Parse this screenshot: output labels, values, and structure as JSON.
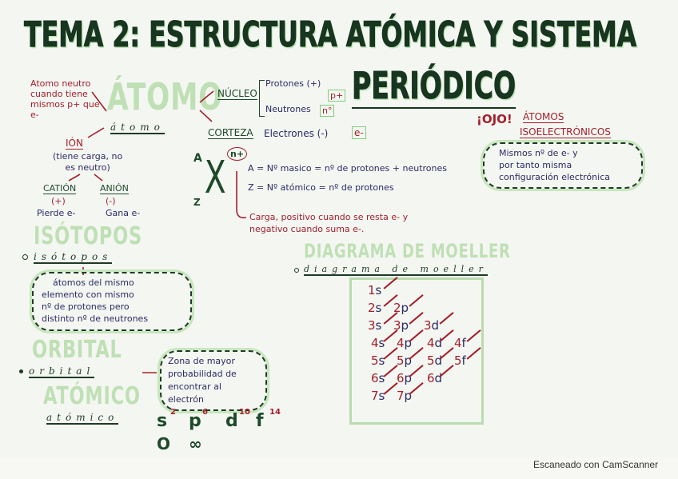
{
  "title": {
    "line1": "TEMA 2: ESTRUCTURA ATÓMICA Y SISTEMA",
    "line2": "PERIÓDICO"
  },
  "atomo": {
    "heading_bg": "ÁTOMO",
    "heading": "átomo",
    "neutral_note": [
      "Atomo neutro",
      "cuando tiene",
      "mismos p+ que",
      "e-"
    ],
    "ion": {
      "label": "IÓN",
      "note": [
        "(tiene carga, no",
        "es neutro)"
      ]
    },
    "cation": {
      "label": "CATIÓN",
      "sign": "(+)",
      "desc": "Pierde e-"
    },
    "anion": {
      "label": "ANIÓN",
      "sign": "(-)",
      "desc": "Gana e-"
    }
  },
  "structure": {
    "nucleo": "NÚCLEO",
    "protones": "Protones (+)",
    "protones_symbol": "p+",
    "neutrones": "Neutrones",
    "neutrones_symbol": "n°",
    "corteza": "CORTEZA",
    "electrones": "Electrones (-)",
    "electrones_symbol": "e-"
  },
  "notation": {
    "A": "A",
    "Z": "Z",
    "X": "X",
    "charge": "n+",
    "mass_def": "A = Nº masico = nº de protones + neutrones",
    "atomic_def": "Z = Nº atómico = nº de protones",
    "charge_note": [
      "Carga, positivo cuando se resta e- y",
      "negativo cuando suma e-."
    ]
  },
  "isoelectronicos": {
    "warning": "¡OJO!",
    "heading": [
      "ÁTOMOS",
      "ISOELECTRÓNICOS"
    ],
    "text": [
      "Mismos nº de e- y",
      "por tanto misma",
      "configuración electrónica"
    ]
  },
  "isotopos": {
    "heading_bg": "ISÓTOPOS",
    "heading": "isótopos",
    "text": [
      "átomos del mismo",
      "elemento con mismo",
      "nº de protones pero",
      "distinto nº de neutrones"
    ]
  },
  "orbital": {
    "heading_bg": [
      "ORBITAL",
      "ATÓMICO"
    ],
    "heading": [
      "orbital",
      "atómico"
    ],
    "text": [
      "Zona de mayor",
      "probabilidad de",
      "encontrar al",
      "electrón"
    ],
    "types": [
      {
        "letter": "s",
        "max": "2",
        "shape": "O"
      },
      {
        "letter": "p",
        "max": "6",
        "shape": "∞"
      },
      {
        "letter": "d",
        "max": "10",
        "shape": ""
      },
      {
        "letter": "f",
        "max": "14",
        "shape": ""
      }
    ]
  },
  "moeller": {
    "heading_bg": "DIAGRAMA DE MOELLER",
    "heading": "diagrama de moeller",
    "rows": [
      [
        "1s"
      ],
      [
        "2s",
        "2p"
      ],
      [
        "3s",
        "3p",
        "3d"
      ],
      [
        "4s",
        "4p",
        "4d",
        "4f"
      ],
      [
        "5s",
        "5p",
        "5d",
        "5f"
      ],
      [
        "6s",
        "6p",
        "6d"
      ],
      [
        "7s",
        "7p"
      ]
    ]
  },
  "footer": "Escaneado con CamScanner",
  "colors": {
    "dark_green": "#1e4a2a",
    "red": "#a3202c",
    "blue": "#2c2a66",
    "light_green": "#a9d6a0"
  }
}
